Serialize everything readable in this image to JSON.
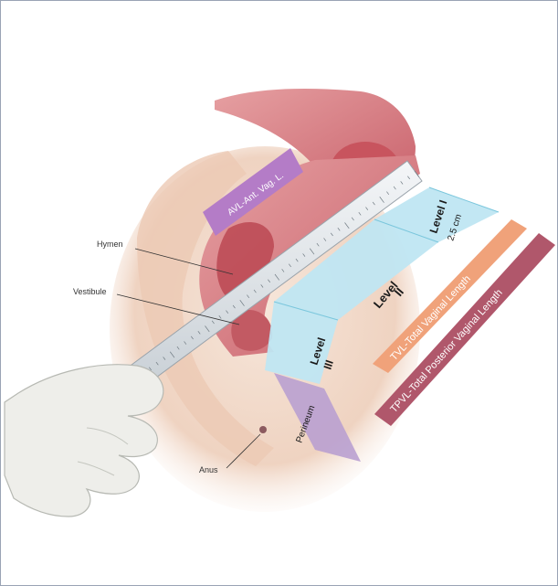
{
  "figure": {
    "labels": {
      "hymen": "Hymen",
      "vestibule": "Vestibule",
      "anus": "Anus",
      "avl": "AVL-Ant. Vag. L.",
      "level_i": "Level I",
      "level_i_sub": "2.5 cm",
      "level_ii": "Level",
      "level_ii_num": "II",
      "level_iii": "Level",
      "level_iii_num": "III",
      "perineum": "Perineum",
      "tvl": "TVL-Total Vaginal Length",
      "tpvl": "TPVL-Total Posterior Vaginal Length"
    },
    "colors": {
      "level_band": "#bfe6f2",
      "avl_band": "#b47cc7",
      "tvl_band": "#f0a27a",
      "tpvl_band": "#b0576b",
      "perineum_band": "#b9a0d0",
      "tissue": "#d97f86",
      "skin": "#f1d9c8",
      "ruler": "#e4e8ec",
      "glove": "#eeeeea"
    }
  }
}
